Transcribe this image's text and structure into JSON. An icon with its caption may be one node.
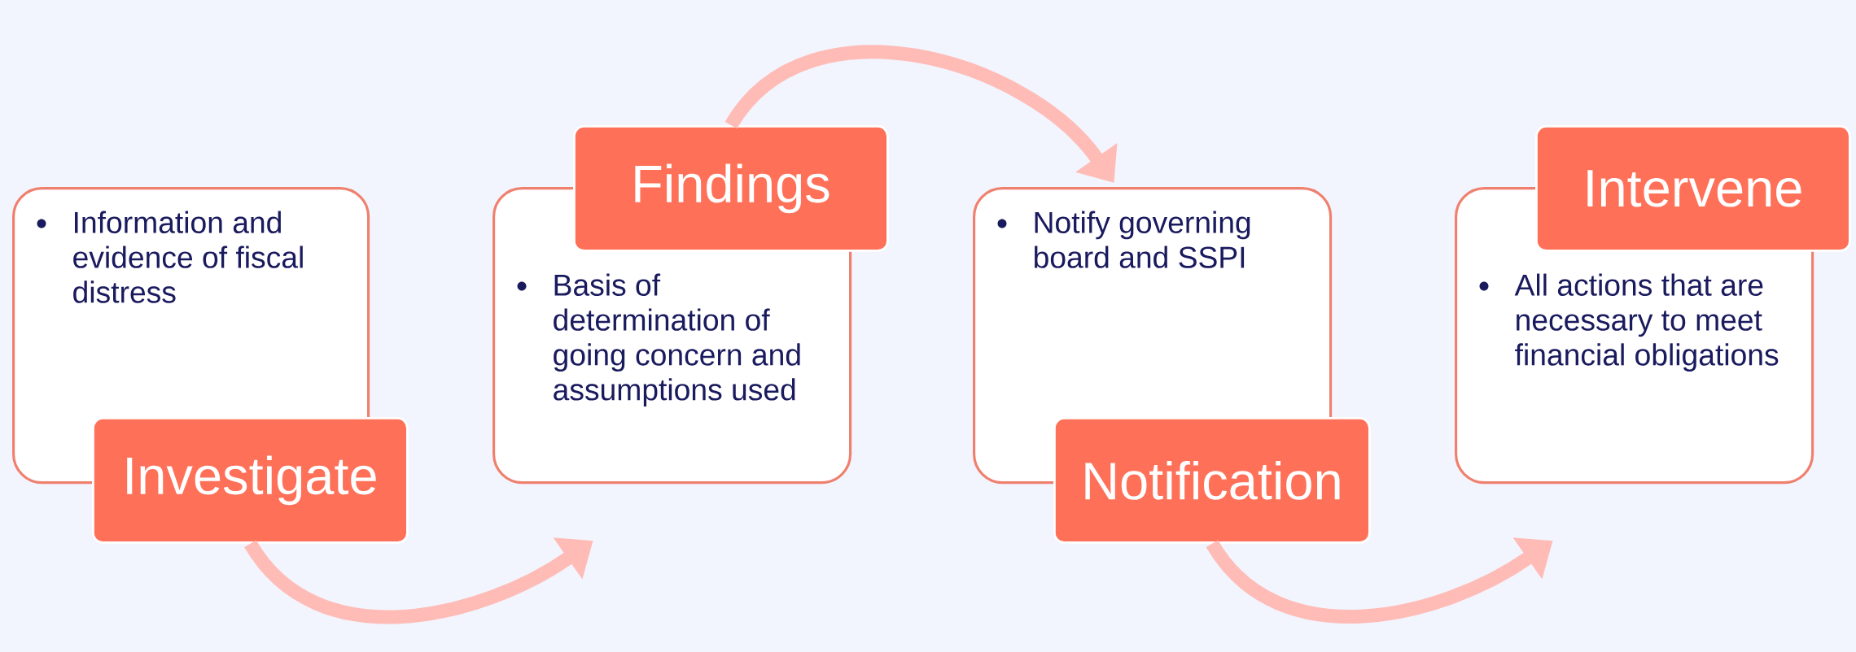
{
  "diagram": {
    "nodes": [
      {
        "text": [
          "Information and evidence of fiscal distress"
        ]
      },
      {
        "text": [
          "Investigate"
        ]
      },
      {
        "text": [
          "Basis of determination of going concern and assumptions used"
        ]
      },
      {
        "text": [
          "Findings"
        ]
      },
      {
        "text": [
          "Notify governing board and SSPI"
        ]
      },
      {
        "text": [
          "Notification"
        ]
      },
      {
        "text": [
          "All actions that are necessary to meet financial obligations"
        ]
      },
      {
        "text": [
          "Intervene"
        ]
      }
    ],
    "edges": [
      {
        "from": 1,
        "to": 2,
        "arrow": "to"
      },
      {
        "from": 3,
        "to": 4,
        "arrow": "to"
      },
      {
        "from": 5,
        "to": 6,
        "arrow": "to"
      }
    ]
  }
}
